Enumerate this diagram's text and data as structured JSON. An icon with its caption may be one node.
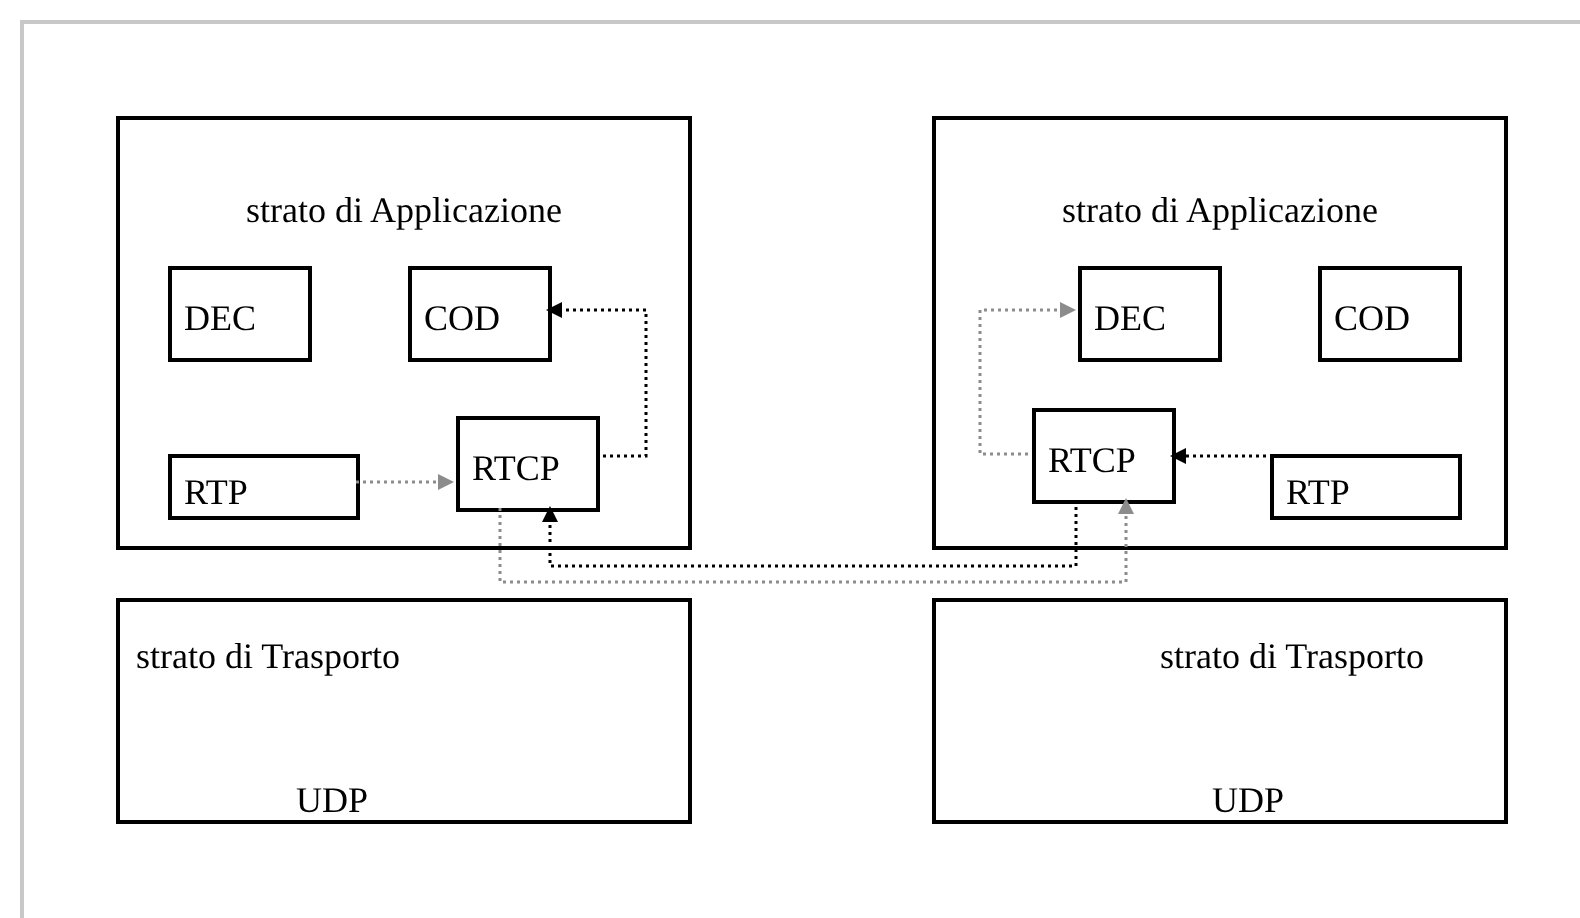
{
  "diagram": {
    "nodes": [
      {
        "text": [
          "strato di Applicazione"
        ]
      },
      {
        "text": [
          "DEC"
        ],
        "in": 0
      },
      {
        "text": [
          "COD"
        ],
        "in": 0
      },
      {
        "text": [
          "RTCP"
        ],
        "in": 0
      },
      {
        "text": [
          "RTP"
        ],
        "in": 0
      },
      {
        "text": [
          "strato di Trasporto",
          "UDP"
        ]
      },
      {
        "text": [
          "strato di Applicazione"
        ]
      },
      {
        "text": [
          "DEC"
        ],
        "in": 6
      },
      {
        "text": [
          "COD"
        ],
        "in": 6
      },
      {
        "text": [
          "RTCP"
        ],
        "in": 6
      },
      {
        "text": [
          "RTP"
        ],
        "in": 6
      },
      {
        "text": [
          "strato di Trasporto",
          "UDP"
        ]
      }
    ],
    "edges": [
      {
        "from": 4,
        "to": 3,
        "arrow": "to",
        "color": "#8c8c8c"
      },
      {
        "from": 3,
        "to": 2,
        "arrow": "to",
        "color": "#000000"
      },
      {
        "from": 9,
        "to": 3,
        "arrow": "to",
        "color": "#000000"
      },
      {
        "from": 3,
        "to": 9,
        "arrow": "to",
        "color": "#8c8c8c"
      },
      {
        "from": 9,
        "to": 7,
        "arrow": "to",
        "color": "#8c8c8c"
      },
      {
        "from": 10,
        "to": 9,
        "arrow": "to",
        "color": "#000000"
      }
    ]
  }
}
